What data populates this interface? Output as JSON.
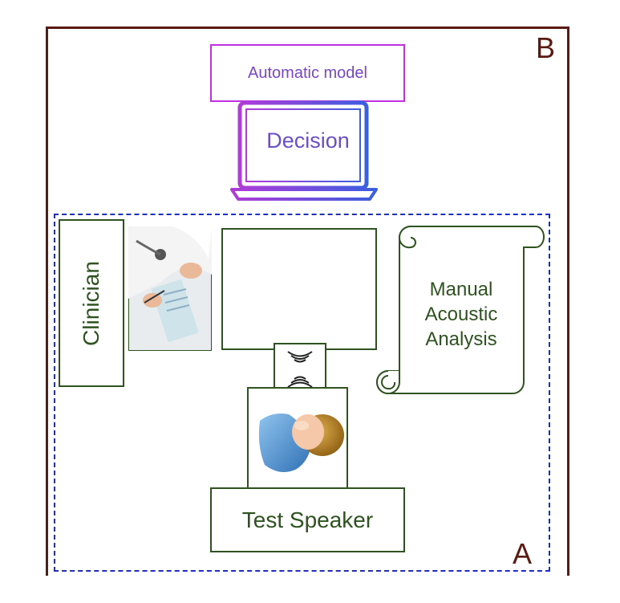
{
  "labels": {
    "region_b": "B",
    "region_a": "A",
    "automatic_model": "Automatic model",
    "decision": "Decision",
    "clinician": "Clinician",
    "manual_analysis": "Manual Acoustic Analysis",
    "test_speaker": "Test Speaker"
  },
  "icons": {
    "laptop": "laptop-icon",
    "clinician_photo": "clinician-photo",
    "waveform": "waveform-icon",
    "sound_waves": "sound-waves-icon",
    "speaker_person": "person-icon",
    "scroll": "scroll-icon"
  },
  "colors": {
    "outer_border": "#5a1a12",
    "dashed_border": "#1d2fbf",
    "green": "#2f5320",
    "purple": "#8a3fd6",
    "blue": "#3a5fe0"
  }
}
